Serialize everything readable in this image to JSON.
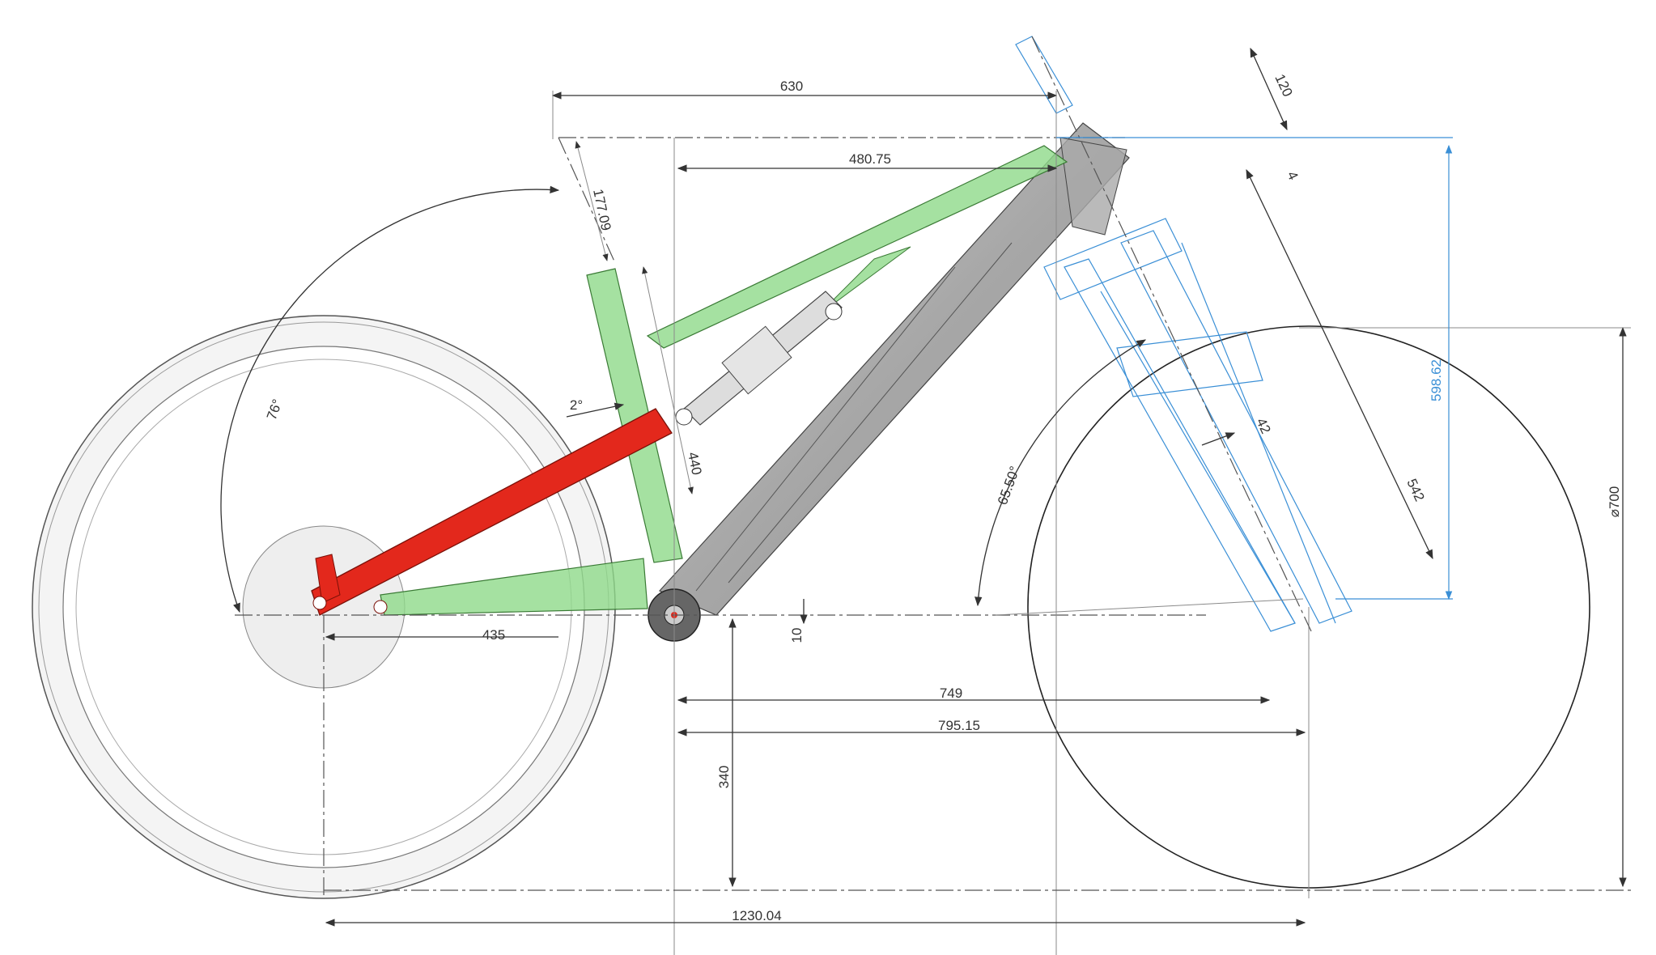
{
  "dimensions": {
    "top_length": "630",
    "reach": "480.75",
    "seat_tube_length": "177.09",
    "head_tube_length": "120",
    "headset_offset": "4",
    "stack": "598.62",
    "chainstay_angle": "2°",
    "seat_angle": "76°",
    "seat_tube": "440",
    "head_angle": "65.50°",
    "fork_offset": "42",
    "fork_length": "542",
    "bb_drop": "10",
    "chainstay": "435",
    "front_center": "749",
    "front_center_axle": "795.15",
    "bb_height": "340",
    "wheelbase": "1230.04",
    "wheel_diameter": "⌀700"
  },
  "colors": {
    "rear_triangle": "#8fd98a",
    "rocker_link": "#e3281c",
    "fork": "#3a8fd6",
    "main_frame": "#9a9a9a",
    "dimension_line": "#333333"
  }
}
